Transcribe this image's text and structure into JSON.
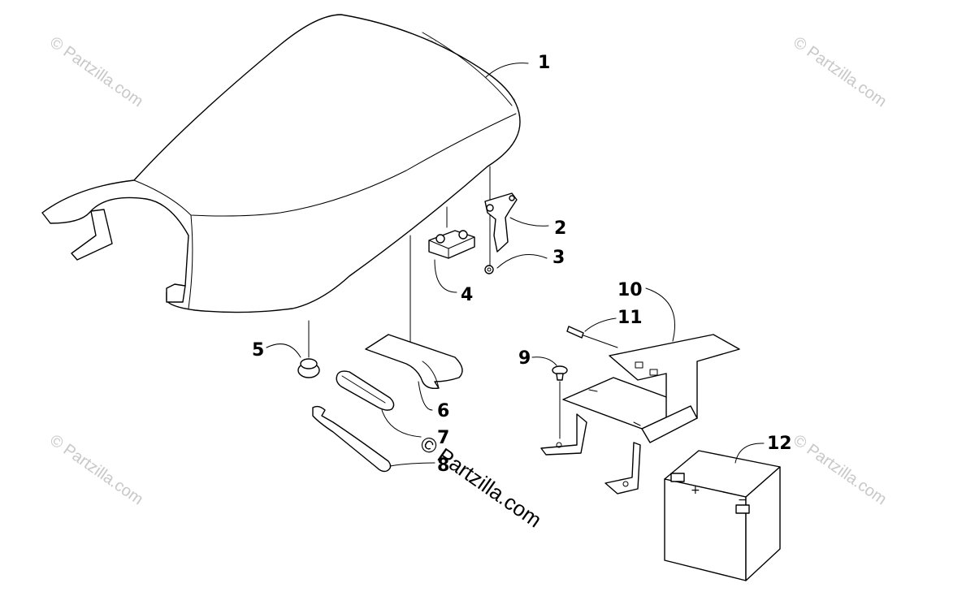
{
  "callouts": [
    "1",
    "2",
    "3",
    "4",
    "5",
    "6",
    "7",
    "8",
    "9",
    "10",
    "11",
    "12"
  ],
  "watermarks": {
    "small": "© Partzilla.com",
    "center": "© Partzilla.com"
  },
  "battery_marks": {
    "plus": "+",
    "minus": "−"
  }
}
